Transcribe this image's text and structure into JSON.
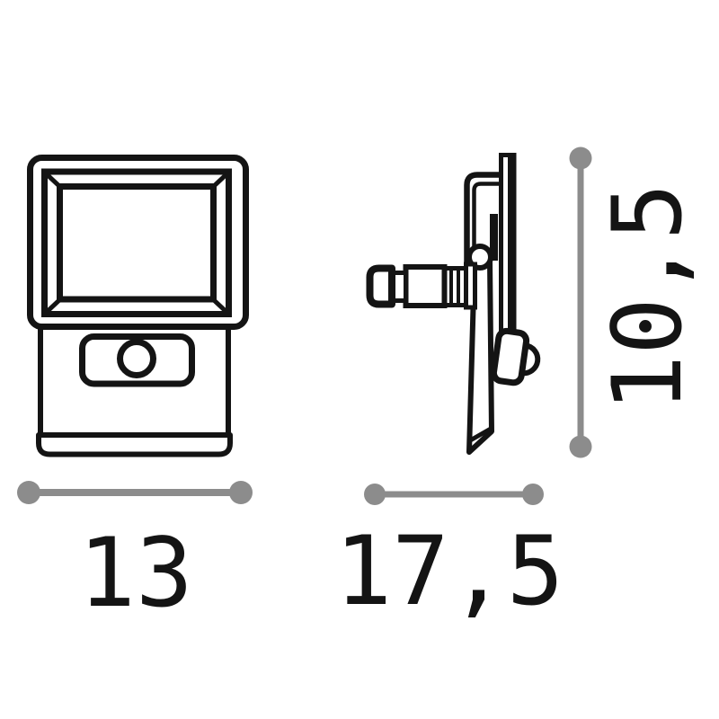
{
  "drawing": {
    "subject": "floodlight-with-motion-sensor-dimension-drawing",
    "views": [
      {
        "name": "front-view"
      },
      {
        "name": "side-view"
      }
    ],
    "dimension_labels": {
      "width": "13",
      "depth": "17,5",
      "height": "10,5"
    }
  },
  "colors": {
    "ink": "#141414",
    "dimension_gray": "#8c8c8c",
    "background": "#ffffff"
  }
}
